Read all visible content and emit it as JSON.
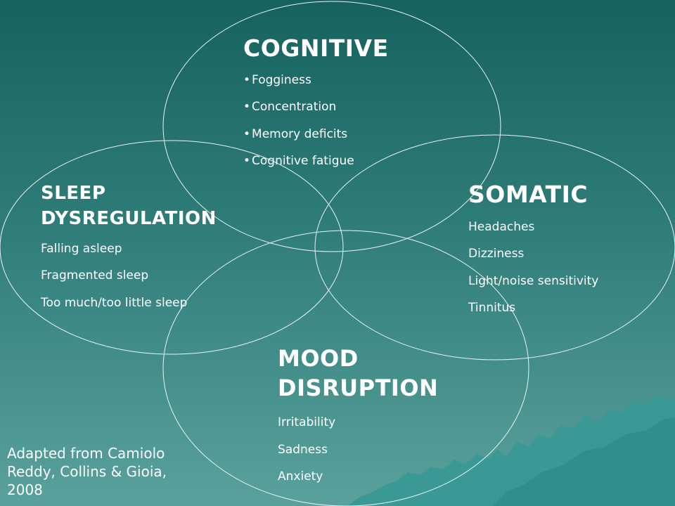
{
  "cognitive": {
    "title": "COGNITIVE",
    "items": [
      "Fogginess",
      "Concentration",
      "Memory deficits",
      "Cognitive fatigue"
    ]
  },
  "sleep": {
    "title_line1": "SLEEP",
    "title_line2": "DYSREGULATION",
    "items": [
      "Falling asleep",
      "Fragmented sleep",
      "Too much/too little sleep"
    ]
  },
  "somatic": {
    "title": "SOMATIC",
    "items": [
      "Headaches",
      "Dizziness",
      "Light/noise sensitivity",
      "Tinnitus"
    ]
  },
  "mood": {
    "title_line1": "MOOD",
    "title_line2": "DISRUPTION",
    "items": [
      "Irritability",
      "Sadness",
      "Anxiety"
    ]
  },
  "citation": {
    "line1": "Adapted from Camiolo",
    "line2": "Reddy, Collins & Gioia,",
    "line3": "2008"
  },
  "colors": {
    "background_top": "#16625f",
    "background_bottom": "#5aa19d",
    "ellipse_stroke": "#e8f4f3",
    "iceberg": "#3a9995",
    "text": "#ffffff"
  }
}
